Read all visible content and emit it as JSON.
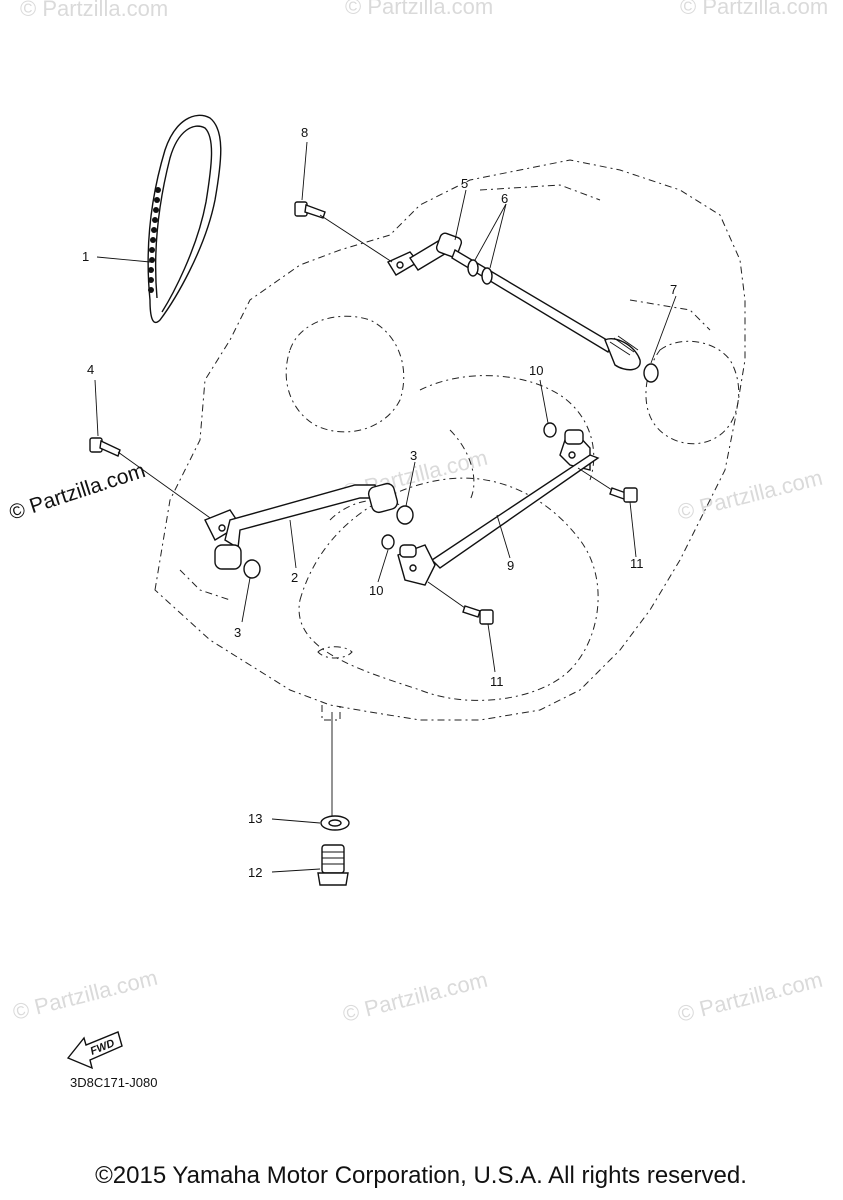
{
  "watermark": {
    "main": "© Partzilla.com",
    "faint": "© Partzilla.com"
  },
  "callouts": [
    {
      "id": "1",
      "text": "1"
    },
    {
      "id": "2",
      "text": "2"
    },
    {
      "id": "3a",
      "text": "3"
    },
    {
      "id": "3b",
      "text": "3"
    },
    {
      "id": "4",
      "text": "4"
    },
    {
      "id": "5",
      "text": "5"
    },
    {
      "id": "6",
      "text": "6"
    },
    {
      "id": "7",
      "text": "7"
    },
    {
      "id": "8",
      "text": "8"
    },
    {
      "id": "9",
      "text": "9"
    },
    {
      "id": "10a",
      "text": "10"
    },
    {
      "id": "10b",
      "text": "10"
    },
    {
      "id": "11a",
      "text": "11"
    },
    {
      "id": "11b",
      "text": "11"
    },
    {
      "id": "12",
      "text": "12"
    },
    {
      "id": "13",
      "text": "13"
    }
  ],
  "fwd_label": "FWD",
  "diagram_code": "3D8C171-J080",
  "footer": "©2015 Yamaha Motor Corporation, U.S.A. All rights reserved."
}
